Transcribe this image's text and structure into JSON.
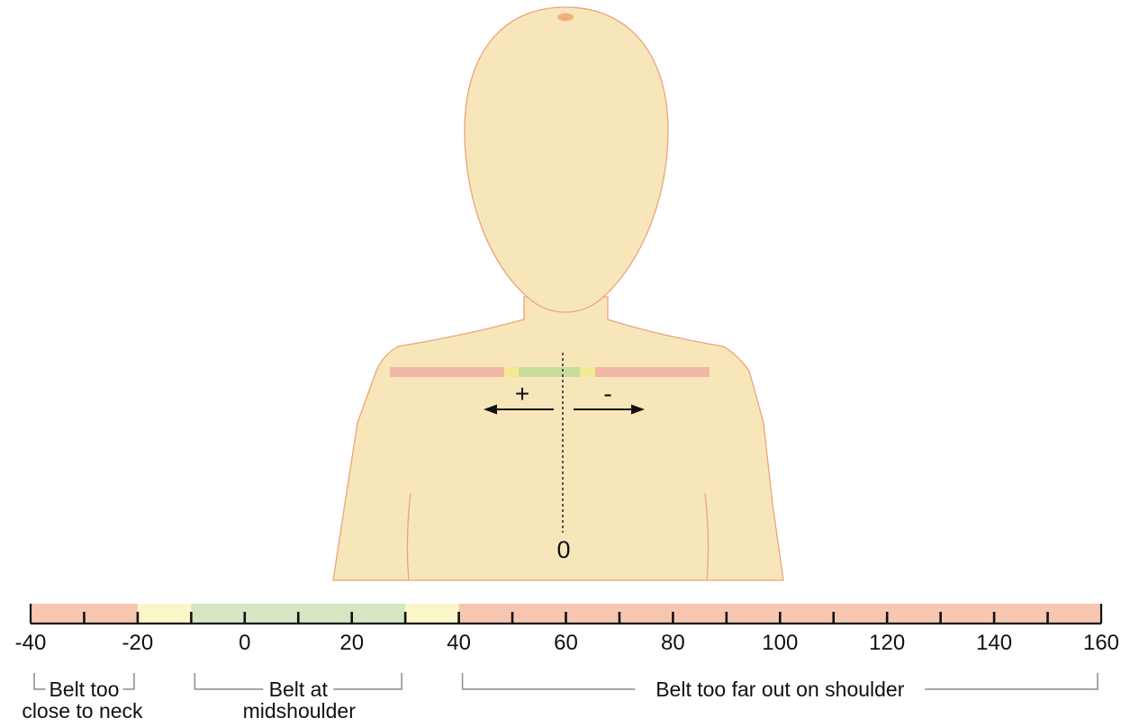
{
  "colors": {
    "skin_fill": "#f8e6bb",
    "skin_stroke": "#eaa47a",
    "head_spot": "#f0b07a",
    "bad_zone": "#f7c6b1",
    "marginal_zone": "#fbf6c8",
    "good_zone": "#d5e6c2",
    "belt_red": "#f3b7a8",
    "belt_yellow": "#f2ea93",
    "belt_green": "#c7dc9d",
    "bracket_line": "#8c8c8c",
    "axis_line": "#111111"
  },
  "figure": {
    "center_label": "0",
    "plus_label": "+",
    "minus_label": "-"
  },
  "scale": {
    "min": -40,
    "max": 160,
    "minor_step": 10,
    "tick_labels": [
      "-40",
      "-20",
      "0",
      "20",
      "40",
      "60",
      "80",
      "100",
      "120",
      "140",
      "160"
    ],
    "tick_values": [
      -40,
      -20,
      0,
      20,
      40,
      60,
      80,
      100,
      120,
      140,
      160
    ],
    "zones": [
      {
        "from": -40,
        "to": -20,
        "level": "bad"
      },
      {
        "from": -20,
        "to": -10,
        "level": "marginal"
      },
      {
        "from": -10,
        "to": 30,
        "level": "good"
      },
      {
        "from": 30,
        "to": 40,
        "level": "marginal"
      },
      {
        "from": 40,
        "to": 160,
        "level": "bad"
      }
    ]
  },
  "ranges": {
    "neck": {
      "line1": "Belt too",
      "line2": "close to neck",
      "from": -40,
      "to": -20
    },
    "mid": {
      "line1": "Belt at",
      "line2": "midshoulder",
      "from": -10,
      "to": 30
    },
    "out": {
      "line1": "Belt too far out on shoulder",
      "from": 40,
      "to": 160
    }
  }
}
